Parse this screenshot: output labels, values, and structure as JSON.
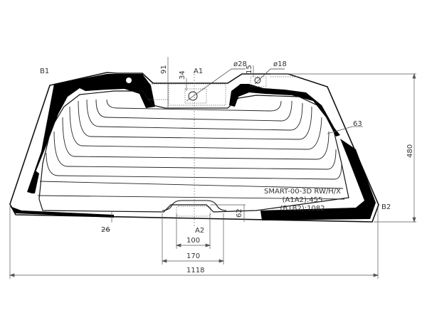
{
  "diagram": {
    "type": "rear-window-glass-drawing",
    "part_code": "SMART-00-3D RW/H/X",
    "measurements": {
      "a1a2": "(A1A2):455",
      "b1b2": "(B1B2):1082"
    },
    "points": {
      "a1": "A1",
      "a2": "A2",
      "b1": "B1",
      "b2": "B2"
    },
    "dimensions": {
      "overall_width": "1118",
      "overall_height": "480",
      "top_notch_depth": "91",
      "sensor_offset": "34",
      "hole_large": "ø28",
      "hole_small": "ø18",
      "hole_small_offset": "15",
      "side_band": "63",
      "bottom_band": "26",
      "bottom_tab_height": "62",
      "bottom_tab_inner": "100",
      "bottom_tab_outer": "170"
    },
    "colors": {
      "line": "#111111",
      "dim_line": "#555555",
      "fill_black": "#000000",
      "background": "#ffffff"
    }
  }
}
